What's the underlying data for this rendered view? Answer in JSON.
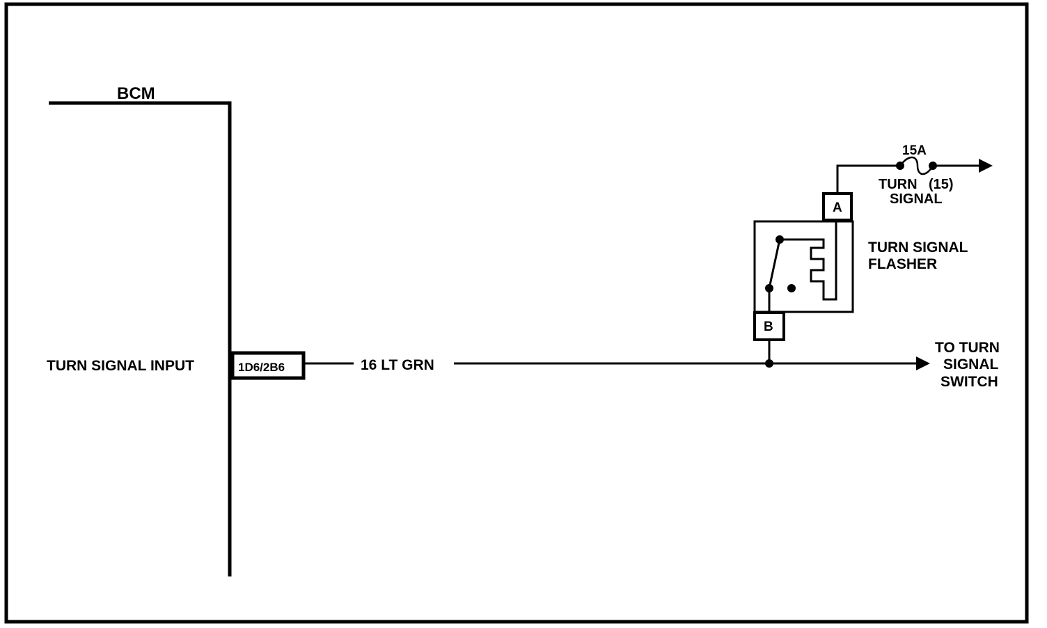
{
  "module": {
    "name": "BCM",
    "input_label": "TURN SIGNAL INPUT",
    "pin": "1D6/2B6"
  },
  "wire": {
    "label": "16 LT GRN"
  },
  "flasher": {
    "name_line1": "TURN SIGNAL",
    "name_line2": "FLASHER",
    "terminal_a": "A",
    "terminal_b": "B"
  },
  "fuse": {
    "rating": "15A",
    "name_line1": "TURN",
    "number": "(15)",
    "name_line2": "SIGNAL"
  },
  "destination": {
    "line1": "TO TURN",
    "line2": "SIGNAL",
    "line3": "SWITCH"
  }
}
